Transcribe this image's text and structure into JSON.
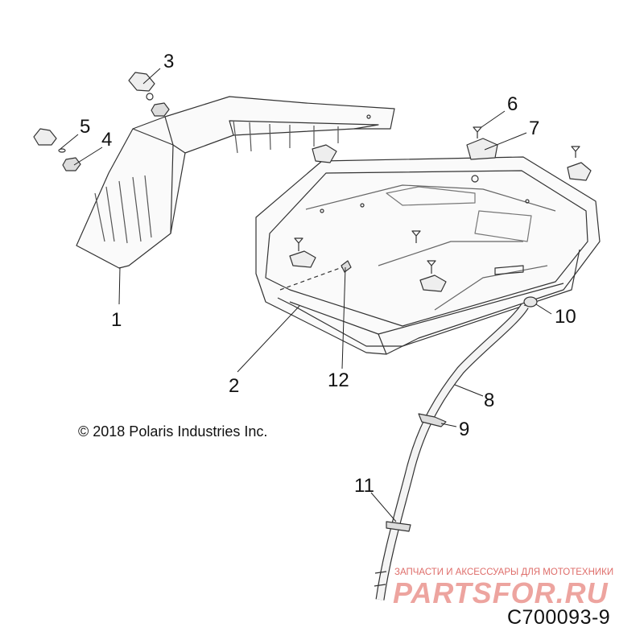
{
  "diagram": {
    "callouts": [
      {
        "id": "1",
        "label": "1"
      },
      {
        "id": "2",
        "label": "2"
      },
      {
        "id": "3",
        "label": "3"
      },
      {
        "id": "4",
        "label": "4"
      },
      {
        "id": "5",
        "label": "5"
      },
      {
        "id": "6",
        "label": "6"
      },
      {
        "id": "7",
        "label": "7"
      },
      {
        "id": "8",
        "label": "8"
      },
      {
        "id": "9",
        "label": "9"
      },
      {
        "id": "10",
        "label": "10"
      },
      {
        "id": "11",
        "label": "11"
      },
      {
        "id": "12",
        "label": "12"
      }
    ],
    "copyright": "© 2018 Polaris Industries Inc.",
    "drawing_id": "C700093-9"
  },
  "watermark": {
    "tagline": "ЗАПЧАСТИ И АКСЕССУАРЫ ДЛЯ МОТОТЕХНИКИ",
    "logo": "PARTSFOR.RU"
  }
}
